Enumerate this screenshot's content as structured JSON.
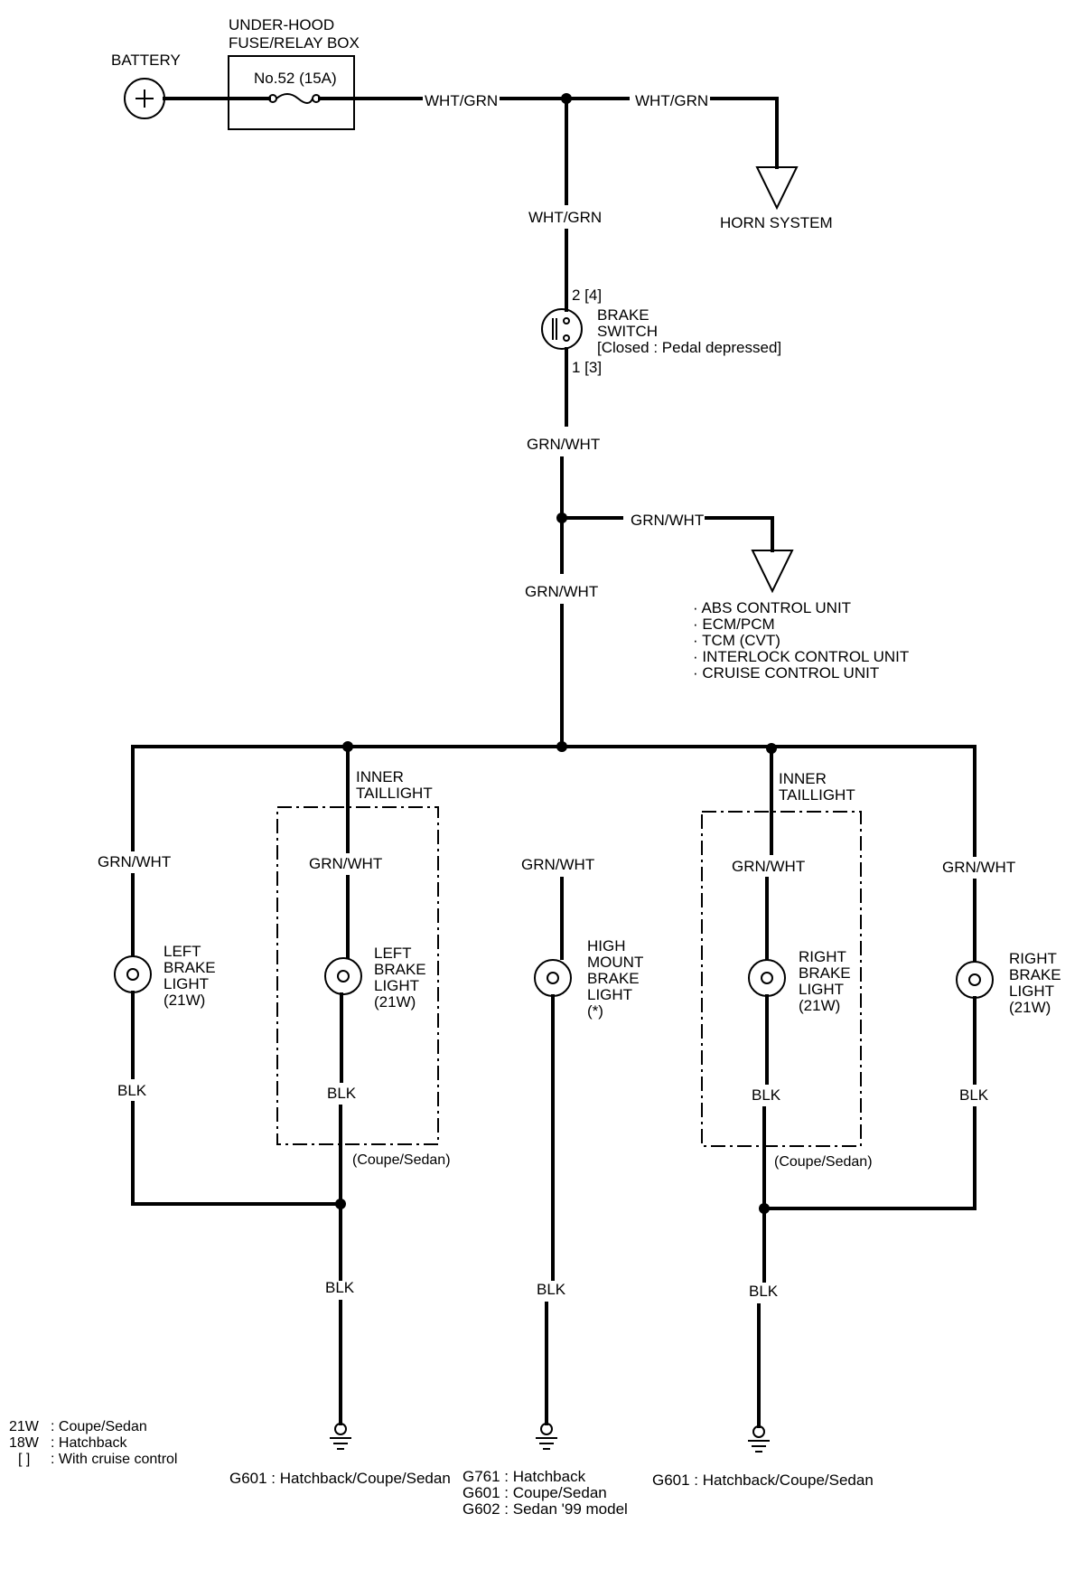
{
  "battery": {
    "label": "BATTERY"
  },
  "fuse_box": {
    "title_line1": "UNDER-HOOD",
    "title_line2": "FUSE/RELAY BOX",
    "fuse_label": "No.52 (15A)"
  },
  "wires": {
    "wht_grn_1": "WHT/GRN",
    "wht_grn_2": "WHT/GRN",
    "wht_grn_3": "WHT/GRN",
    "grn_wht_switch_out": "GRN/WHT",
    "grn_wht_branch": "GRN/WHT",
    "grn_wht_trunk": "GRN/WHT",
    "grn_wht_col1": "GRN/WHT",
    "grn_wht_col2": "GRN/WHT",
    "grn_wht_col3": "GRN/WHT",
    "grn_wht_col4": "GRN/WHT",
    "grn_wht_col5": "GRN/WHT",
    "blk_col1": "BLK",
    "blk_col2": "BLK",
    "blk_col4": "BLK",
    "blk_col5": "BLK",
    "blk_ground1": "BLK",
    "blk_ground2": "BLK",
    "blk_ground3": "BLK"
  },
  "horn": {
    "label": "HORN SYSTEM"
  },
  "brake_switch": {
    "pin_top": "2 [4]",
    "pin_bottom": "1 [3]",
    "name_line1": "BRAKE",
    "name_line2": "SWITCH",
    "name_line3": "[Closed : Pedal depressed]"
  },
  "modules": {
    "items": [
      "· ABS CONTROL UNIT",
      "· ECM/PCM",
      "· TCM (CVT)",
      "· INTERLOCK CONTROL UNIT",
      "· CRUISE CONTROL UNIT"
    ]
  },
  "inner_taillight_left": {
    "line1": "INNER",
    "line2": "TAILLIGHT",
    "note": "(Coupe/Sedan)"
  },
  "inner_taillight_right": {
    "line1": "INNER",
    "line2": "TAILLIGHT",
    "note": "(Coupe/Sedan)"
  },
  "lights": {
    "left_outer": [
      "LEFT",
      "BRAKE",
      "LIGHT",
      "(21W)"
    ],
    "left_inner": [
      "LEFT",
      "BRAKE",
      "LIGHT",
      "(21W)"
    ],
    "high_mount": [
      "HIGH",
      "MOUNT",
      "BRAKE",
      "LIGHT",
      "(*)"
    ],
    "right_inner": [
      "RIGHT",
      "BRAKE",
      "LIGHT",
      "(21W)"
    ],
    "right_outer": [
      "RIGHT",
      "BRAKE",
      "LIGHT",
      "(21W)"
    ]
  },
  "grounds": {
    "g_left": "G601 : Hatchback/Coupe/Sedan",
    "g_center": [
      "G761 : Hatchback",
      "G601 : Coupe/Sedan",
      "G602 : Sedan '99 model"
    ],
    "g_right": "G601 : Hatchback/Coupe/Sedan"
  },
  "legend": {
    "row1_key": "21W",
    "row1_val": ": Coupe/Sedan",
    "row2_key": "18W",
    "row2_val": ": Hatchback",
    "row3_key": "[   ]",
    "row3_val": ": With cruise control"
  }
}
